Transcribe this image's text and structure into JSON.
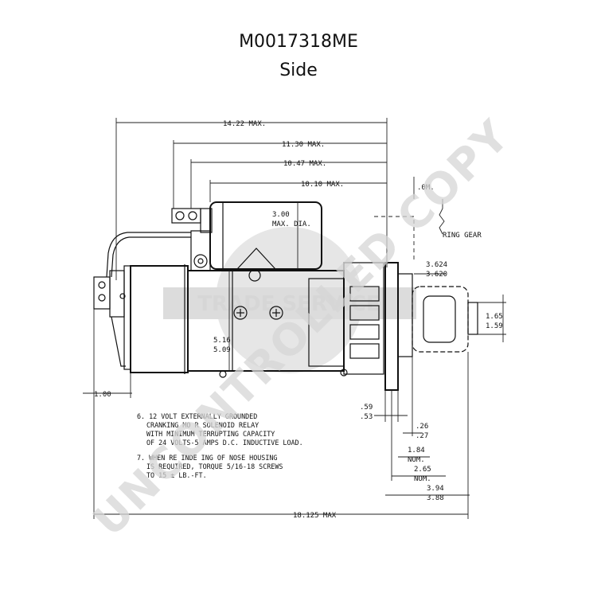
{
  "header": {
    "part_number": "M0017318ME",
    "view": "Side"
  },
  "dimensions": {
    "overall_top": "14.22 MAX.",
    "d1130": "11.30 MAX.",
    "d1047": "10.47 MAX.",
    "d1010": "10.10 MAX.",
    "solenoid_dia_1": "3.00",
    "solenoid_dia_2": "MAX. DIA.",
    "frame_dia_1": "5.16",
    "frame_dia_2": "5.09",
    "pilot_dia_1": "3.624",
    "pilot_dia_2": "3.620",
    "pinion_dia_1": "1.65",
    "pinion_dia_2": "1.59",
    "ring_gear": "RING GEAR",
    "r_top": ".0M.",
    "left_1_00": "1.00",
    "d59": ".59",
    "d53": ".53",
    "d26": ".26",
    "d27": ".27",
    "d184": "1.84",
    "nom1": "NOM.",
    "d265": "2.65",
    "nom2": "NOM.",
    "d394": "3.94",
    "d388": "3.88",
    "overall_bottom": "18.125 MAX"
  },
  "notes": {
    "n6_l1": "6.  12 VOLT EXTERNALLY GROUNDED",
    "n6_l2": "CRANKING MO   R SOLENOID RELAY",
    "n6_l3": "WITH MINIMUM  TERRUPTING CAPACITY",
    "n6_l4": "OF 24 VOLTS-5 AMPS D.C. INDUCTIVE LOAD.",
    "n7_l1": "7.  WHEN RE  INDE  ING OF NOSE HOUSING",
    "n7_l2": "IS REQUIRED,  TORQUE 5/16-18 SCREWS",
    "n7_l3": "TO 15 ±   LB.-FT."
  },
  "watermark": {
    "stamp": "UNCONTROLLED COPY",
    "seal": "TRADE SERVICE"
  }
}
